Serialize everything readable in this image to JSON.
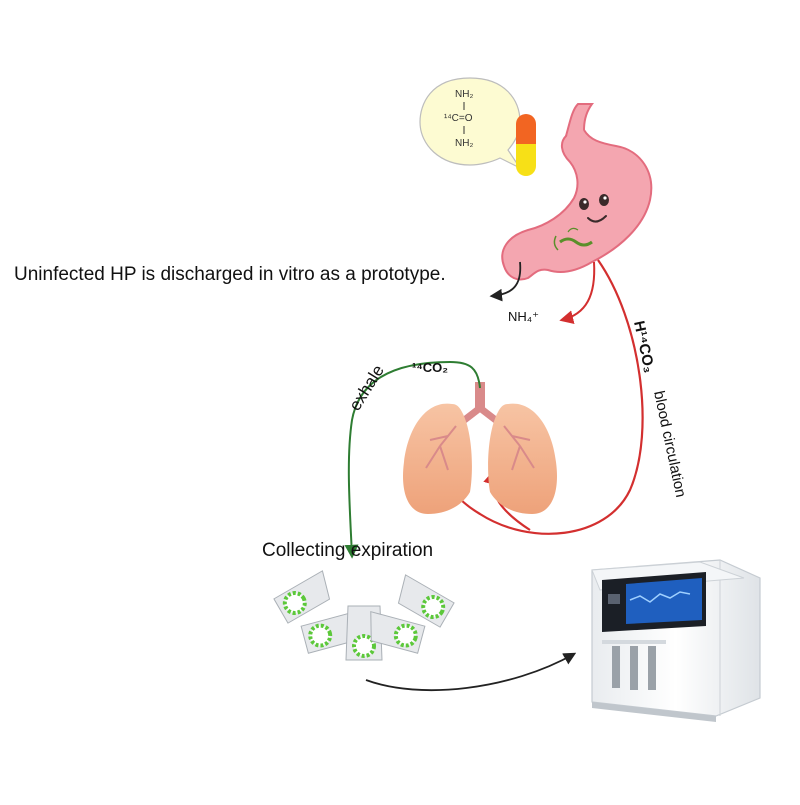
{
  "labels": {
    "uninfected": "Uninfected HP is discharged in vitro as a prototype.",
    "collecting": "Collecting expiration",
    "nh4": "NH₄⁺",
    "exhale": "exhale",
    "exhale_co2": "¹⁴CO₂",
    "h14co3": "H¹⁴CO₃",
    "blood_circulation": "blood circulation"
  },
  "urea": {
    "top": "NH₂",
    "middle": "¹⁴C=O",
    "bottom": "NH₂"
  },
  "colors": {
    "exhale_path": "#2e7d32",
    "blood_path": "#d32f2f",
    "discharge_path": "#222222",
    "stomach": "#f4a6b0",
    "lungs": "#f2b38f",
    "capsule_top": "#f26522",
    "capsule_bottom": "#f7e017",
    "collector_ring": "#5cc83a"
  },
  "icons": [
    "urea-speech-bubble-icon",
    "capsule-icon",
    "stomach-icon",
    "lungs-icon",
    "breath-collector-icon",
    "analyzer-machine-icon"
  ]
}
